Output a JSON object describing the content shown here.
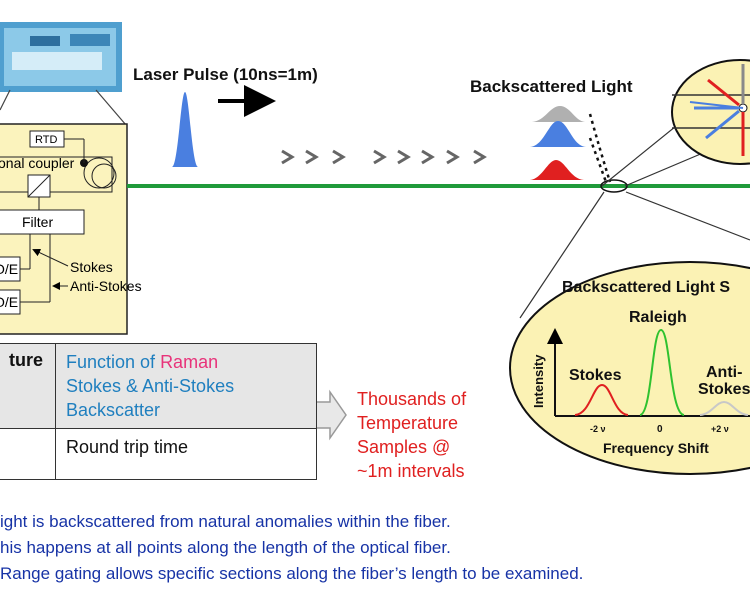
{
  "top_title": "Laser Pulse (10ns=1m)",
  "backscatter_title": "Backscattered Light",
  "panel": {
    "rtd": "RTD",
    "coupler": "onal coupler",
    "filter": "Filter",
    "oe1": "O/E",
    "oe2": "O/E",
    "stokes": "Stokes",
    "anti_stokes": "Anti-Stokes"
  },
  "table": {
    "row1_left": "ture",
    "row1_line1_prefix": "Function of ",
    "row1_line1_highlight": "Raman",
    "row1_line2": "Stokes & Anti-Stokes",
    "row1_line3": "Backscatter",
    "row2_text": "Round trip time"
  },
  "result_text": [
    "Thousands of",
    "Temperature",
    "Samples @",
    "~1m intervals"
  ],
  "spectrum": {
    "title": "Backscattered Light S",
    "raleigh": "Raleigh",
    "stokes": "Stokes",
    "anti_stokes_line1": "Anti-",
    "anti_stokes_line2": "Stokes",
    "ylabel": "Intensity",
    "xlabel": "Frequency Shift",
    "tick_neg": "-2 ν",
    "tick_zero": "0",
    "tick_pos": "+2 ν"
  },
  "bullets": [
    "ight is backscattered from natural anomalies within the fiber.",
    "his happens at all points along the length of the optical fiber.",
    "Range gating allows specific sections along the fiber’s length to be examined."
  ],
  "colors": {
    "fiber": "#1f9a3a",
    "pulse": "#4a7fe0",
    "stokes": "#e02020",
    "raleigh": "#2fc22f",
    "result_text": "#e02020",
    "bullets": "#1733a6",
    "table_blue": "#1f7fbf",
    "table_pink": "#e8337a",
    "ellipse_fill": "#fbf2b4"
  }
}
